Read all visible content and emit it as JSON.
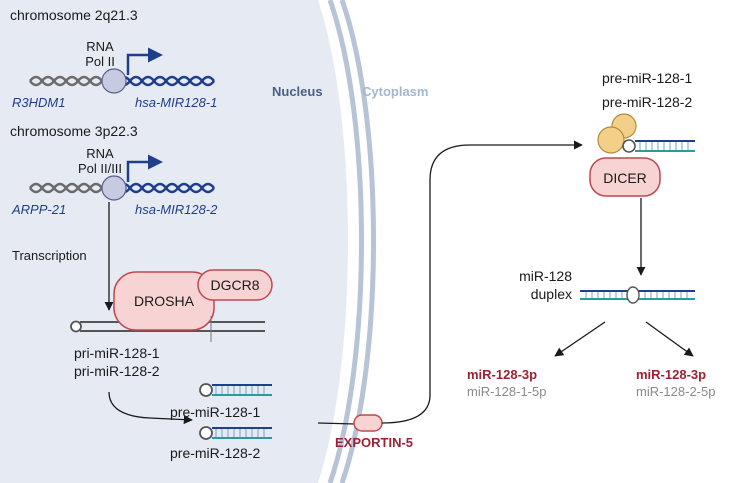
{
  "colors": {
    "nucleus_fill": "#e6ebf3",
    "membrane": "#b7c3d6",
    "dark_blue": "#1f3f8a",
    "enzyme_fill": "#f8d3d3",
    "enzyme_stroke": "#c0474f",
    "dicer_head": "#f2d089",
    "highlight_red": "#9b2230",
    "muted_grey": "#8a8a8a"
  },
  "locus1": {
    "chromosome": "chromosome 2q21.3",
    "polymerase": [
      "RNA",
      "Pol II"
    ],
    "host_gene": "R3HDM1",
    "mir_gene": "hsa-MIR128-1"
  },
  "locus2": {
    "chromosome": "chromosome 3p22.3",
    "polymerase": [
      "RNA",
      "Pol II/III"
    ],
    "host_gene": "ARPP-21",
    "mir_gene": "hsa-MIR128-2"
  },
  "compartments": {
    "nucleus": "Nucleus",
    "cytoplasm": "Cytoplasm"
  },
  "steps": {
    "transcription": "Transcription"
  },
  "enzymes": {
    "drosha": "DROSHA",
    "dgcr8": "DGCR8",
    "dicer": "DICER",
    "exportin": "EXPORTIN-5"
  },
  "primary": [
    "pri-miR-128-1",
    "pri-miR-128-2"
  ],
  "precursor_nucleus": [
    "pre-miR-128-1",
    "pre-miR-128-2"
  ],
  "precursor_cytoplasm": [
    "pre-miR-128-1",
    "pre-miR-128-2"
  ],
  "duplex": [
    "miR-128",
    "duplex"
  ],
  "mature_left": {
    "guide": "miR-128-3p",
    "passenger": "miR-128-1-5p"
  },
  "mature_right": {
    "guide": "miR-128-3p",
    "passenger": "miR-128-2-5p"
  }
}
